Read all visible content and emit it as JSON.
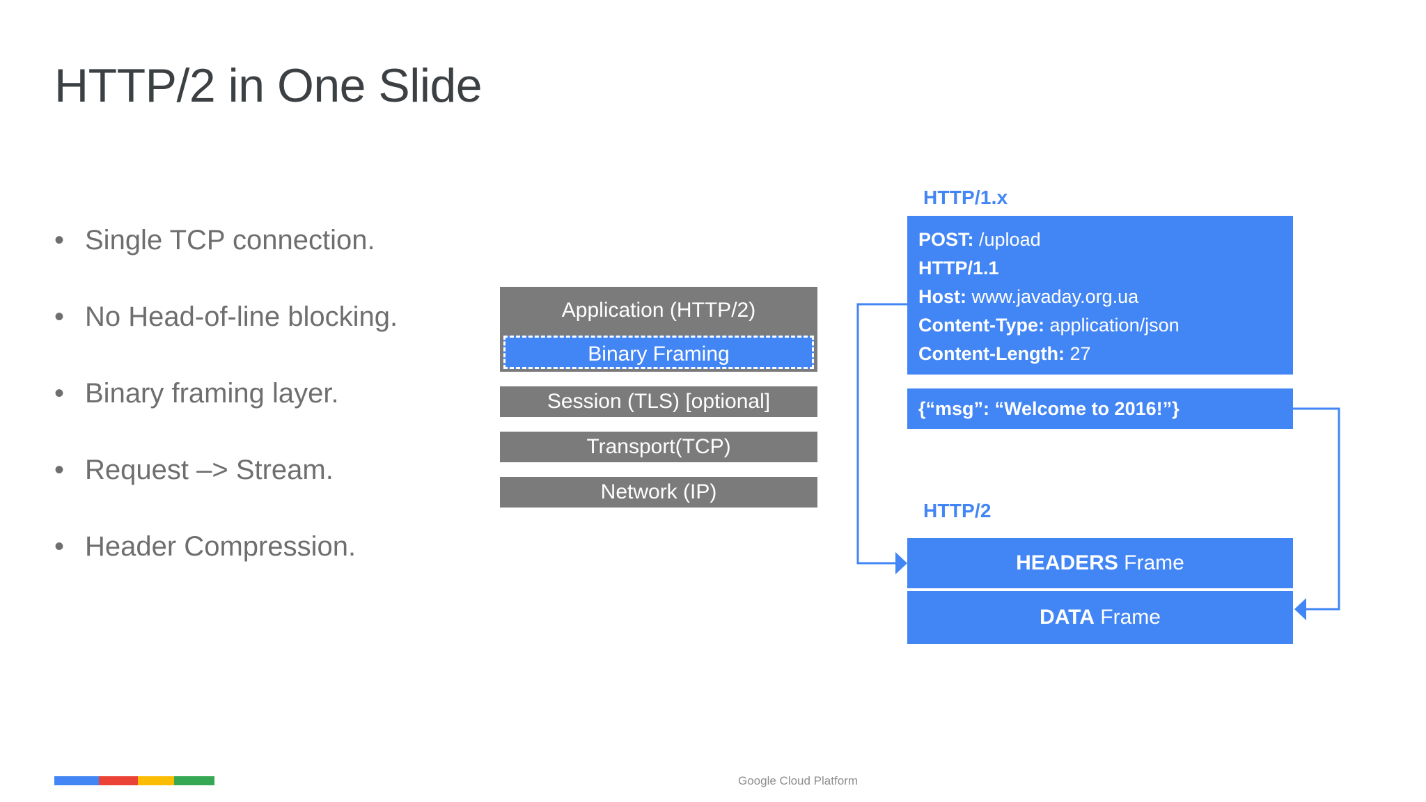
{
  "slide": {
    "title": "HTTP/2 in One Slide",
    "footer": "Google Cloud Platform"
  },
  "bullets": [
    {
      "marker": "•",
      "text": "Single TCP connection."
    },
    {
      "marker": "•",
      "text": " No Head-of-line blocking."
    },
    {
      "marker": "•",
      "text": " Binary framing layer."
    },
    {
      "marker": "•",
      "text": " Request –> Stream."
    },
    {
      "marker": "•",
      "text": "Header Compression."
    }
  ],
  "protocol_stack": {
    "application_label": "Application (HTTP/2)",
    "binary_framing_label": "Binary Framing",
    "layers": [
      {
        "label": "Session (TLS) [optional]"
      },
      {
        "label": "Transport(TCP)"
      },
      {
        "label": "Network (IP)"
      }
    ]
  },
  "http1_panel": {
    "label": "HTTP/1.x",
    "headers": [
      {
        "key": "POST:",
        "value": " /upload"
      },
      {
        "key": "HTTP/1.1",
        "value": ""
      },
      {
        "key": "Host:",
        "value": " www.javaday.org.ua"
      },
      {
        "key": "Content-Type:",
        "value": " application/json"
      },
      {
        "key": "Content-Length:",
        "value": " 27"
      }
    ],
    "body": "{“msg”: “Welcome to 2016!”}"
  },
  "http2_panel": {
    "label": "HTTP/2",
    "frames": [
      {
        "strong": "HEADERS",
        "rest": " Frame"
      },
      {
        "strong": "DATA",
        "rest": " Frame"
      }
    ]
  },
  "colors": {
    "accent_blue": "#4285f4",
    "stack_gray": "#7b7b7b",
    "body_text_gray": "#6e6e6e",
    "title_gray": "#3c4043",
    "google_blue": "#4285f4",
    "google_red": "#ea4335",
    "google_yellow": "#fbbc05",
    "google_green": "#34a853"
  }
}
